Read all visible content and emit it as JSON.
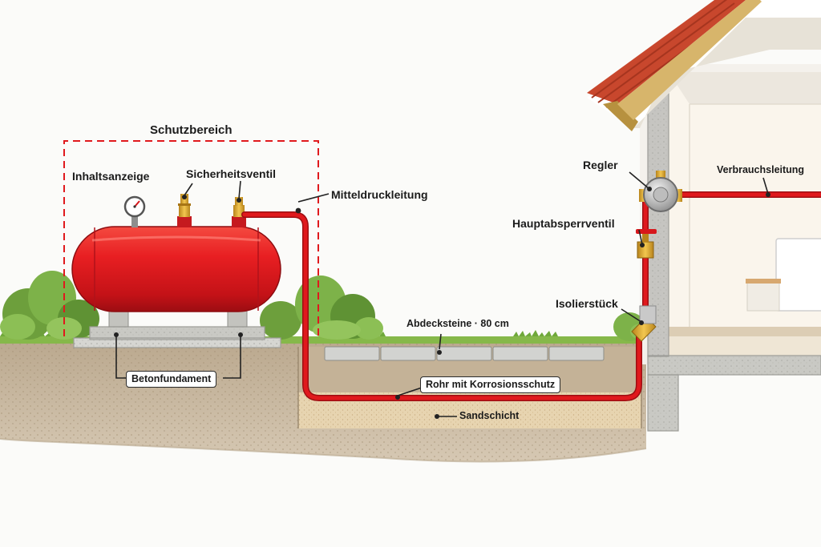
{
  "labels": {
    "schutzbereich": "Schutzbereich",
    "inhaltsanzeige": "Inhaltsanzeige",
    "sicherheitsventil": "Sicherheitsventil",
    "mitteldruckleitung": "Mitteldruckleitung",
    "regler": "Regler",
    "verbrauchsleitung": "Verbrauchsleitung",
    "hauptabsperrventil": "Hauptabsperrventil",
    "isolierstueck": "Isolierstück",
    "abdecksteine": "Abdecksteine · 80 cm",
    "betonfundament": "Betonfundament",
    "rohr": "Rohr mit Korrosionsschutz",
    "sandschicht": "Sandschicht"
  },
  "colors": {
    "tank": "#e0191d",
    "pipe": "#d7171c",
    "soil": "#cbbba6",
    "sand": "#e8d6b4",
    "grass": "#7cb342",
    "roof": "#c8472d",
    "concrete": "#cfcfcb",
    "brass": "#d9a52f",
    "leader": "#222222",
    "protection_zone": "#e0191d"
  },
  "icons": [
    "pressure-gauge-icon",
    "safety-valve-icon",
    "regulator-icon",
    "shutoff-valve-icon",
    "insulating-joint-icon"
  ]
}
